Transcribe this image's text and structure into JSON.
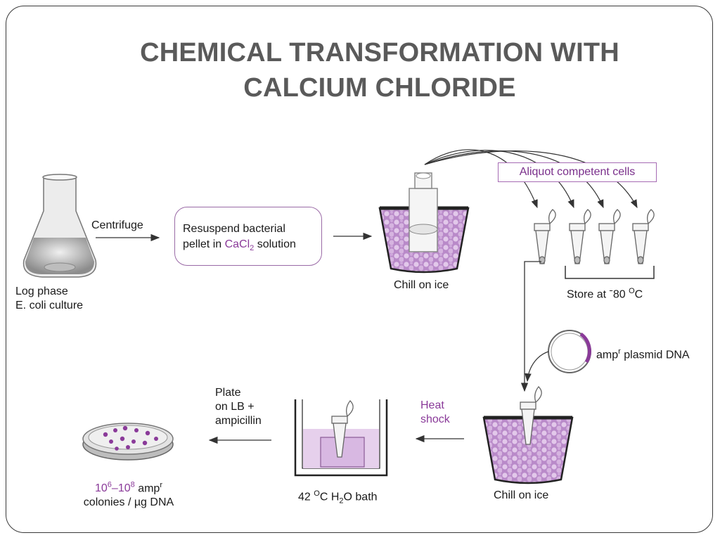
{
  "title": {
    "line1": "CHEMICAL TRANSFORMATION WITH",
    "line2": "CALCIUM CHLORIDE"
  },
  "steps": {
    "culture": {
      "line1": "Log phase",
      "line2": "E. coli culture"
    },
    "centrifuge": "Centrifuge",
    "resuspend": {
      "line1": "Resuspend bacterial",
      "line2_pre": "pellet in ",
      "compound_a": "CaCl",
      "compound_sub": "2",
      "line2_post": " solution"
    },
    "chill_top": "Chill on ice",
    "aliquot": "Aliquot competent cells",
    "store": {
      "pre": "Store at ",
      "minus": "ˉ",
      "num": "80 ",
      "deg": "O",
      "unit": "C"
    },
    "plasmid": {
      "pre": "amp",
      "sup": "r",
      "post": " plasmid DNA"
    },
    "heat_shock": {
      "line1": "Heat",
      "line2": "shock"
    },
    "chill_bottom": "Chill on ice",
    "bath": {
      "pre": "42 ",
      "deg": "O",
      "mid": "C H",
      "sub": "2",
      "post": "O bath"
    },
    "plate": {
      "line1": "Plate",
      "line2": "on LB +",
      "line3": "ampicillin"
    },
    "colonies": {
      "a": "10",
      "a_sup": "6",
      "dash": "–10",
      "b_sup": "8",
      "amp": " amp",
      "amp_sup": "r",
      "line2": "colonies / µg DNA"
    }
  },
  "colors": {
    "accent": "#8a3a99",
    "ice": "#c9a3d6",
    "title": "#5a5a5a"
  }
}
